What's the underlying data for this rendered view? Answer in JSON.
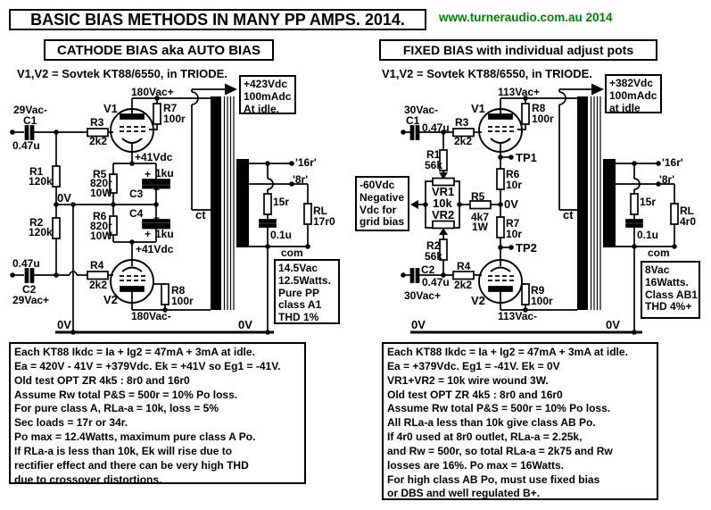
{
  "header": {
    "title": "BASIC BIAS METHODS IN MANY PP AMPS. 2014.",
    "site": "www.turneraudio.com.au  2014",
    "site_color": "#008000"
  },
  "left": {
    "heading": "CATHODE BIAS aka AUTO BIAS",
    "subtitle": "V1,V2 = Sovtek KT88/6550, in TRIODE.",
    "supply": {
      "l1": "+423Vdc",
      "l2": "100mAdc",
      "l3": "At idle."
    },
    "result": {
      "l1": "14.5Vac",
      "l2": "12.5Watts.",
      "l3": "Pure PP",
      "l4": "class A1",
      "l5": "THD 1%"
    },
    "labels": {
      "in1": "29Vac-",
      "c1": "C1",
      "c1v": "0.47u",
      "r3": "R3",
      "r3v": "2k2",
      "v1": "V1",
      "anode_top": "180Vac+",
      "r7": "R7",
      "r7v": "100r",
      "k1": "+41Vdc",
      "r1": "R1",
      "r1v": "120k",
      "ov_mid": "0V",
      "r5": "R5",
      "r5v": "820r",
      "r5w": "10W",
      "c3": "C3",
      "c3v": "1ku",
      "r2": "R2",
      "r2v": "120k",
      "r6": "R6",
      "r6v": "820r",
      "r6w": "10W",
      "c4": "C4",
      "c4v": "1ku",
      "k2": "+41Vdc",
      "c2": "C2",
      "c2v": "0.47u",
      "in2": "29Vac+",
      "r4": "R4",
      "r4v": "2k2",
      "v2": "V2",
      "r8": "R8",
      "r8v": "100r",
      "anode_bot": "180Vac-",
      "ct": "ct",
      "t16": "'16r'",
      "t8": "'8r'",
      "zr": "15r",
      "zc": "0.1u",
      "rl": "RL",
      "rlv": "17r0",
      "com": "com",
      "ov1": "0V",
      "ov2": "0V",
      "plus": "+",
      "minus": "−"
    },
    "notes": [
      "Each KT88 Ikdc = Ia + Ig2 = 47mA + 3mA at idle.",
      "Ea = 420V - 41V = +379Vdc. Ek = +41V so Eg1 = -41V.",
      "Old test OPT ZR 4k5 : 8r0 and 16r0",
      "Assume Rw total P&S = 500r = 10% Po loss.",
      "For pure class A, RLa-a = 10k, loss = 5%",
      "Sec loads = 17r or 34r.",
      "Po max = 12.4Watts, maximum pure class A Po.",
      "If RLa-a is less than 10k, Ek will rise due to",
      "rectifier effect and there can be very high THD",
      "due to crossover distortions."
    ]
  },
  "right": {
    "heading": "FIXED BIAS  with individual adjust pots",
    "subtitle": "V1,V2 = Sovtek KT88/6550, in TRIODE.",
    "supply": {
      "l1": "+382Vdc",
      "l2": "100mAdc",
      "l3": "at idle"
    },
    "neg": {
      "l1": "-60Vdc",
      "l2": "Negative",
      "l3": "Vdc for",
      "l4": "grid bias"
    },
    "result": {
      "l1": "8Vac",
      "l2": "16Watts.",
      "l3": "Class AB1",
      "l4": "THD 4%+"
    },
    "labels": {
      "in1": "30Vac-",
      "c1": "C1",
      "c1v": "0.47u",
      "r3": "R3",
      "r3v": "2k2",
      "v1": "V1",
      "anode_top": "113Vac+",
      "r8": "R8",
      "r8v": "100r",
      "tp1": "TP1",
      "r6": "R6",
      "r6v": "10r",
      "r1": "R1",
      "r1v": "56k",
      "vr1": "VR1",
      "vr_val": "10k",
      "vr2": "VR2",
      "r5": "R5",
      "r5v": "4k7",
      "r5w": "1W",
      "ov_mid": "0V",
      "r7": "R7",
      "r7v": "10r",
      "tp2": "TP2",
      "r2": "R2",
      "r2v": "56k",
      "c2": "C2",
      "c2v": "0.47u",
      "in2": "30Vac+",
      "r4": "R4",
      "r4v": "2k2",
      "v2": "V2",
      "r9": "R9",
      "r9v": "100r",
      "anode_bot": "113Vac-",
      "ct": "ct",
      "t16": "'16r'",
      "t8": "'8r'",
      "zr": "15r",
      "zc": "0.1u",
      "rl": "RL",
      "rlv": "4r0",
      "com": "com",
      "ov1": "0V",
      "ov2": "0V"
    },
    "notes": [
      "Each KT88 Ikdc = Ia + Ig2 = 47mA + 3mA at idle.",
      "Ea = +379Vdc.  Eg1 = -41V. Ek = 0V",
      "VR1+VR2 =  10k wire wound 3W.",
      "Old test OPT ZR 4k5 : 8r0 and 16r0",
      "Assume Rw total P&S = 500r = 10% Po loss.",
      "All RLa-a less than 10k give class AB Po.",
      "If 4r0 used at 8r0 outlet, RLa-a = 2.25k,",
      "and Rw = 500r, so total RLa-a = 2k75 and Rw",
      "losses are 16%. Po max = 16Watts.",
      "For high class AB Po, must use fixed bias",
      "or DBS and well regulated B+."
    ]
  }
}
